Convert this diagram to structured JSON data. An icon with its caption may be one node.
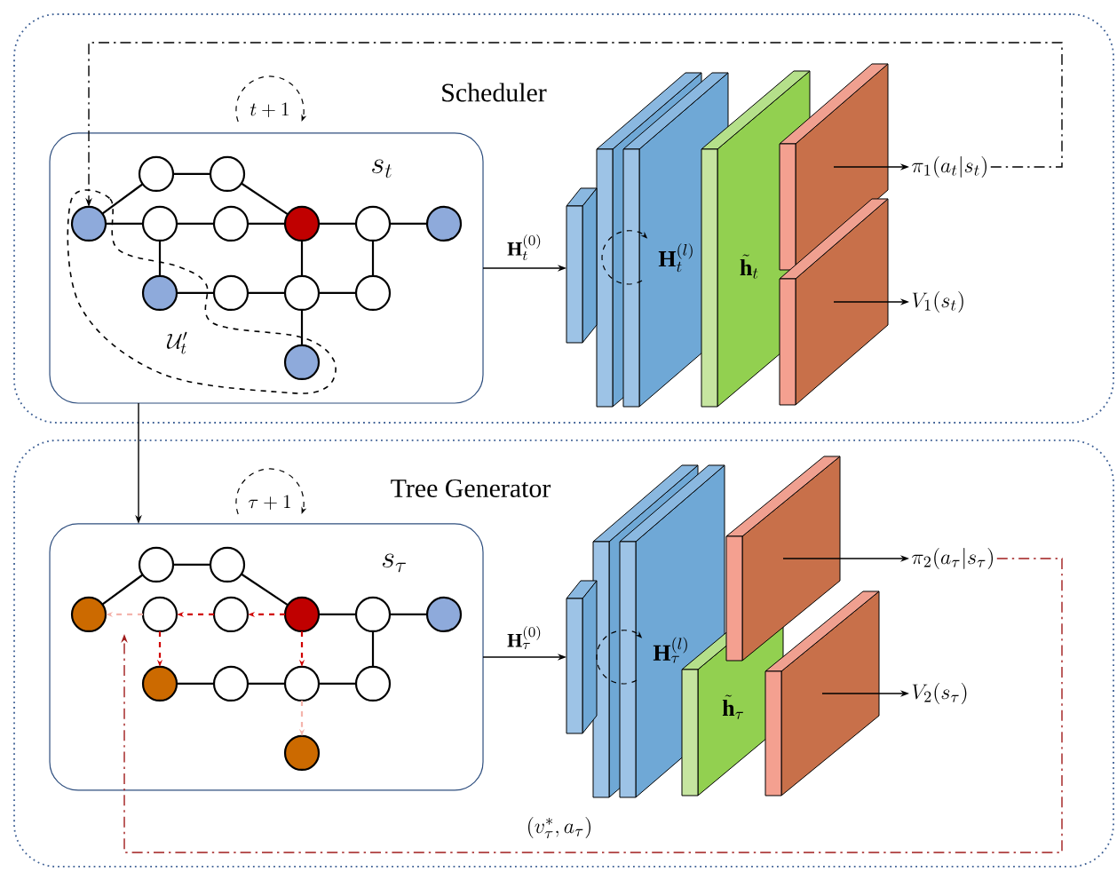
{
  "diagram": {
    "nodes": [
      {
        "text": [
          "Scheduler"
        ]
      },
      {
        "text": [
          "s_t"
        ],
        "in": 0
      },
      {
        "text": [],
        "shape": "circle",
        "in": 1
      },
      {
        "text": [],
        "shape": "circle",
        "in": 1
      },
      {
        "text": [],
        "shape": "circle",
        "in": 1
      },
      {
        "text": [],
        "shape": "circle",
        "in": 1
      },
      {
        "text": [],
        "shape": "circle",
        "in": 1
      },
      {
        "text": [],
        "shape": "circle",
        "in": 1
      },
      {
        "text": [],
        "shape": "circle",
        "in": 1
      },
      {
        "text": [],
        "shape": "circle",
        "in": 1
      },
      {
        "text": [],
        "shape": "circle",
        "in": 1
      },
      {
        "text": [],
        "shape": "circle",
        "in": 1
      },
      {
        "text": [],
        "shape": "circle",
        "in": 1
      },
      {
        "text": [],
        "shape": "circle",
        "in": 1
      },
      {
        "text": [],
        "shape": "circle",
        "in": 1
      },
      {
        "text": [],
        "shape": "box",
        "in": 0
      },
      {
        "text": [],
        "shape": "box",
        "in": 0
      },
      {
        "text": [],
        "shape": "box",
        "in": 0
      },
      {
        "text": [
          "\\pi_1(a_t|s_t)"
        ],
        "in": 0
      },
      {
        "text": [
          "V_1(s_t)"
        ],
        "in": 0
      },
      {
        "text": [
          "Tree Generator"
        ]
      },
      {
        "text": [
          "s_\\tau"
        ],
        "in": 20
      },
      {
        "text": [],
        "shape": "circle",
        "in": 21
      },
      {
        "text": [],
        "shape": "circle",
        "in": 21
      },
      {
        "text": [],
        "shape": "circle",
        "in": 21
      },
      {
        "text": [],
        "shape": "circle",
        "in": 21
      },
      {
        "text": [],
        "shape": "circle",
        "in": 21
      },
      {
        "text": [],
        "shape": "circle",
        "in": 21
      },
      {
        "text": [],
        "shape": "circle",
        "in": 21
      },
      {
        "text": [],
        "shape": "circle",
        "in": 21
      },
      {
        "text": [],
        "shape": "circle",
        "in": 21
      },
      {
        "text": [],
        "shape": "circle",
        "in": 21
      },
      {
        "text": [],
        "shape": "circle",
        "in": 21
      },
      {
        "text": [],
        "shape": "circle",
        "in": 21
      },
      {
        "text": [],
        "shape": "circle",
        "in": 21
      },
      {
        "text": [],
        "shape": "box",
        "in": 20
      },
      {
        "text": [],
        "shape": "box",
        "in": 20
      },
      {
        "text": [],
        "shape": "box",
        "in": 20
      },
      {
        "text": [
          "\\pi_2(a_\\tau|s_\\tau)"
        ],
        "in": 20
      },
      {
        "text": [
          "V_2(s_\\tau)"
        ],
        "in": 20
      }
    ],
    "edges": [
      {
        "from": 4,
        "to": 2,
        "arrow": "none"
      },
      {
        "from": 2,
        "to": 3,
        "arrow": "none"
      },
      {
        "from": 3,
        "to": 7,
        "arrow": "none"
      },
      {
        "from": 4,
        "to": 5,
        "arrow": "none"
      },
      {
        "from": 5,
        "to": 6,
        "arrow": "none"
      },
      {
        "from": 6,
        "to": 7,
        "arrow": "none"
      },
      {
        "from": 7,
        "to": 8,
        "arrow": "none"
      },
      {
        "from": 8,
        "to": 9,
        "arrow": "none"
      },
      {
        "from": 5,
        "to": 10,
        "arrow": "none"
      },
      {
        "from": 10,
        "to": 11,
        "arrow": "none"
      },
      {
        "from": 11,
        "to": 12,
        "arrow": "none"
      },
      {
        "from": 12,
        "to": 13,
        "arrow": "none"
      },
      {
        "from": 7,
        "to": 12,
        "arrow": "none"
      },
      {
        "from": 8,
        "to": 13,
        "arrow": "none"
      },
      {
        "from": 12,
        "to": 14,
        "arrow": "none"
      },
      {
        "from": 24,
        "to": 22,
        "arrow": "none"
      },
      {
        "from": 22,
        "to": 23,
        "arrow": "none"
      },
      {
        "from": 23,
        "to": 27,
        "arrow": "none"
      },
      {
        "from": 27,
        "to": 26,
        "arrow": "to",
        "style": "dashed",
        "color": "#d00000"
      },
      {
        "from": 26,
        "to": 25,
        "arrow": "to",
        "style": "dashed",
        "color": "#d00000"
      },
      {
        "from": 25,
        "to": 24,
        "arrow": "to",
        "style": "dashed",
        "color": "#f4b4ac"
      },
      {
        "from": 27,
        "to": 28,
        "arrow": "none"
      },
      {
        "from": 28,
        "to": 29,
        "arrow": "none"
      },
      {
        "from": 25,
        "to": 30,
        "arrow": "to",
        "style": "dashed",
        "color": "#d00000"
      },
      {
        "from": 30,
        "to": 31,
        "arrow": "none"
      },
      {
        "from": 31,
        "to": 32,
        "arrow": "none"
      },
      {
        "from": 32,
        "to": 33,
        "arrow": "none"
      },
      {
        "from": 27,
        "to": 32,
        "arrow": "to",
        "style": "dashed",
        "color": "#d00000"
      },
      {
        "from": 28,
        "to": 33,
        "arrow": "none"
      },
      {
        "from": 32,
        "to": 34,
        "arrow": "to",
        "style": "dashed",
        "color": "#f4b4ac"
      },
      {
        "from": 1,
        "to": 15,
        "arrow": "to",
        "label": "\\mathbf{H}_t^{(0)}"
      },
      {
        "from": 16,
        "to": 18,
        "arrow": "to"
      },
      {
        "from": 17,
        "to": 19,
        "arrow": "to"
      },
      {
        "from": 18,
        "to": 4,
        "arrow": "to",
        "style": "dashed"
      },
      {
        "from": 1,
        "to": 21,
        "arrow": "to"
      },
      {
        "from": 21,
        "to": 35,
        "arrow": "to",
        "label": "\\mathbf{H}_\\tau^{(0)}"
      },
      {
        "from": 36,
        "to": 38,
        "arrow": "to"
      },
      {
        "from": 37,
        "to": 39,
        "arrow": "to"
      },
      {
        "from": 38,
        "to": null,
        "arrow": "to",
        "style": "dashed",
        "color": "#a01c1c",
        "label": "(v^*_\\tau, a_\\tau)"
      }
    ],
    "labels": [
      "t+1",
      "\\mathcal{U}'_t",
      "\\mathbf{H}_t^{(l)}",
      "\\tilde{\\mathbf{h}}_t",
      "\\tau+1",
      "\\mathbf{H}_\\tau^{(l)}",
      "\\tilde{\\mathbf{h}}_\\tau"
    ]
  }
}
